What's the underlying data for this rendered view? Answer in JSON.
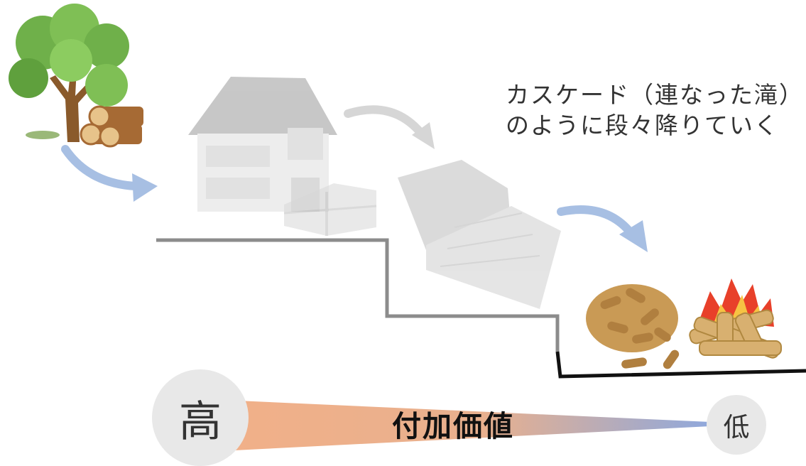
{
  "caption": {
    "line1": "カスケード（連なった滝）",
    "line2": "のように段々降りていく"
  },
  "scale": {
    "high_label": "高",
    "low_label": "低",
    "title": "付加価値",
    "high_color": "#f2b088",
    "low_color": "#8fa8dc"
  },
  "colors": {
    "arrow": "#a7bfe3",
    "step_line_gray": "#8c8c8c",
    "step_line_black": "#111111",
    "tree_green": "#6fb04a",
    "trunk": "#8a5a2b",
    "wood": "#c99a55",
    "fire": "#e8402a"
  },
  "stages": [
    {
      "icon": "tree-with-logs"
    },
    {
      "icon": "house-and-lumber"
    },
    {
      "icon": "boards-plywood"
    },
    {
      "icon": "pellets-and-firewood"
    }
  ]
}
